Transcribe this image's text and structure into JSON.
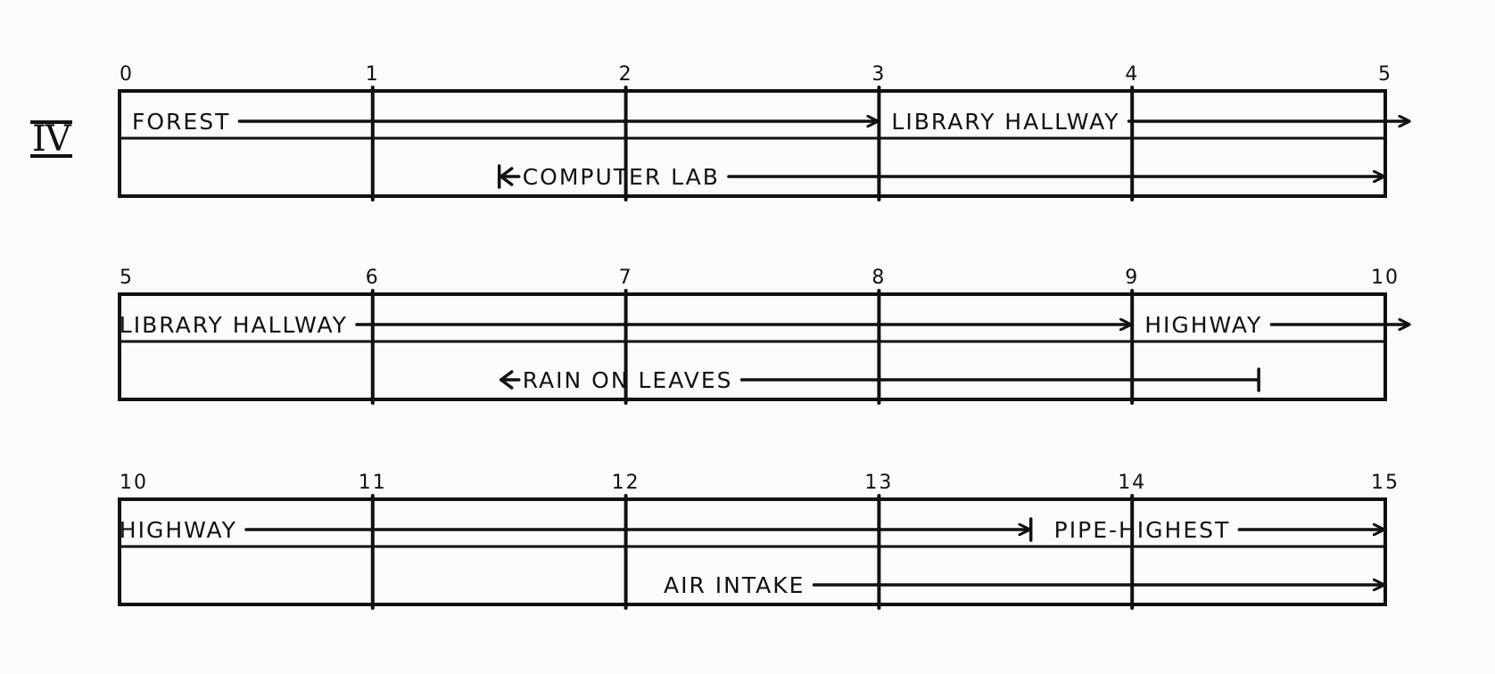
{
  "colors": {
    "paper": "#fbfbfa",
    "ink": "#111111"
  },
  "section_label": "IV",
  "rows": [
    {
      "ticks": [
        "0",
        "1",
        "2",
        "3",
        "4",
        "5"
      ],
      "start": 0,
      "end": 5,
      "tracks": [
        [
          {
            "label": "FOREST",
            "start": 0,
            "end": 3,
            "left_mark": "none",
            "right_mark": "arrow"
          },
          {
            "label": "LIBRARY HALLWAY",
            "start": 3,
            "end": 5.1,
            "left_mark": "none",
            "right_mark": "arrow"
          }
        ],
        [
          {
            "label": "COMPUTER LAB",
            "start": 1.5,
            "end": 5,
            "left_mark": "bar-arrow",
            "right_mark": "arrow"
          }
        ]
      ]
    },
    {
      "ticks": [
        "5",
        "6",
        "7",
        "8",
        "9",
        "10"
      ],
      "start": 5,
      "end": 10,
      "tracks": [
        [
          {
            "label": "LIBRARY HALLWAY",
            "start": 4.95,
            "end": 9,
            "left_mark": "none",
            "right_mark": "arrow"
          },
          {
            "label": "HIGHWAY",
            "start": 9,
            "end": 10.1,
            "left_mark": "none",
            "right_mark": "arrow"
          }
        ],
        [
          {
            "label": "RAIN ON LEAVES",
            "start": 6.5,
            "end": 9.5,
            "left_mark": "arrow",
            "right_mark": "bar"
          }
        ]
      ]
    },
    {
      "ticks": [
        "10",
        "11",
        "12",
        "13",
        "14",
        "15"
      ],
      "start": 10,
      "end": 15,
      "tracks": [
        [
          {
            "label": "HIGHWAY",
            "start": 9.95,
            "end": 13.6,
            "left_mark": "none",
            "right_mark": "arrow"
          },
          {
            "label": "PIPE-HIGHEST",
            "start": 13.6,
            "end": 15,
            "left_mark": "bar",
            "right_mark": "arrow"
          }
        ],
        [
          {
            "label": "AIR INTAKE",
            "start": 12.1,
            "end": 15,
            "left_mark": "none",
            "right_mark": "arrow"
          }
        ]
      ]
    }
  ]
}
